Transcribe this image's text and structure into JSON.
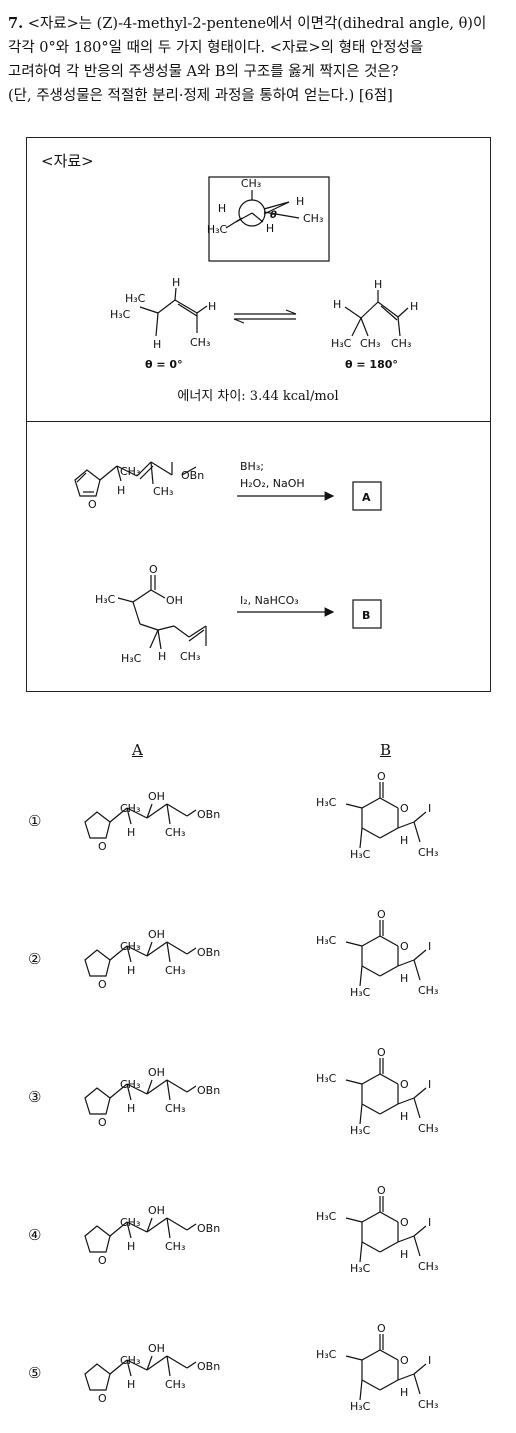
{
  "question": {
    "number": "7.",
    "line1": "<자료>는 (Z)-4-methyl-2-pentene에서 이면각(dihedral angle, θ)이",
    "line2": "각각 0°와 180°일 때의 두 가지 형태이다. <자료>의 형태 안정성을",
    "line3": "고려하여 각 반응의 주생성물 A와 B의 구조를 옳게 짝지은 것은?",
    "line4": "(단, 주생성물은 적절한 분리·정제 과정을 통하여 얻는다.) [6점]"
  },
  "box": {
    "tag": "<자료>",
    "theta0": "θ = 0°",
    "theta180": "θ = 180°",
    "energy": "에너지 차이: 3.44 kcal/mol",
    "reaction1_reagent1": "BH₃;",
    "reaction1_reagent2": "H₂O₂, NaOH",
    "reaction1_product": "A",
    "reaction2_reagent": "I₂, NaHCO₃",
    "reaction2_product": "B"
  },
  "answers": {
    "col_a": "A",
    "col_b": "B",
    "options": [
      "①",
      "②",
      "③",
      "④",
      "⑤"
    ]
  },
  "labels": {
    "ch3": "CH₃",
    "h3c": "H₃C",
    "h": "H",
    "oh": "OH",
    "obn": "OBn",
    "o": "O",
    "i": "I"
  }
}
